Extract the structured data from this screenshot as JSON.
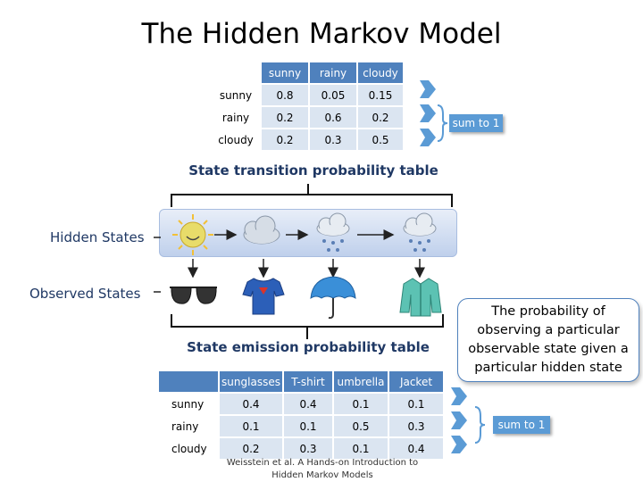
{
  "title": "The Hidden Markov Model",
  "transition": {
    "caption": "State transition probability table",
    "columns": [
      "sunny",
      "rainy",
      "cloudy"
    ],
    "rows": [
      {
        "label": "sunny",
        "values": [
          "0.8",
          "0.05",
          "0.15"
        ]
      },
      {
        "label": "rainy",
        "values": [
          "0.2",
          "0.6",
          "0.2"
        ]
      },
      {
        "label": "cloudy",
        "values": [
          "0.2",
          "0.3",
          "0.5"
        ]
      }
    ],
    "sum_label": "sum to 1"
  },
  "hidden_states_label": "Hidden States",
  "observed_states_label": "Observed  States",
  "hidden_icons": [
    "sun-icon",
    "cloud-icon",
    "rain-cloud-icon",
    "rain-cloud-icon"
  ],
  "observed_icons": [
    "sunglasses-icon",
    "t-shirt-icon",
    "umbrella-icon",
    "jacket-icon"
  ],
  "emission": {
    "caption": "State emission probability table",
    "columns": [
      "sunglasses",
      "T-shirt",
      "umbrella",
      "Jacket"
    ],
    "rows": [
      {
        "label": "sunny",
        "values": [
          "0.4",
          "0.4",
          "0.1",
          "0.1"
        ]
      },
      {
        "label": "rainy",
        "values": [
          "0.1",
          "0.1",
          "0.5",
          "0.3"
        ]
      },
      {
        "label": "cloudy",
        "values": [
          "0.2",
          "0.3",
          "0.1",
          "0.4"
        ]
      }
    ],
    "sum_label": "sum to 1"
  },
  "callout_text": "The probability of observing a particular observable state given a particular hidden state",
  "citation": "Weisstein et al. A Hands-on Introduction to Hidden Markov Models",
  "colors": {
    "header": "#4f81bd",
    "body": "#dbe5f1",
    "accent": "#5b9bd5",
    "label": "#1f3864"
  }
}
